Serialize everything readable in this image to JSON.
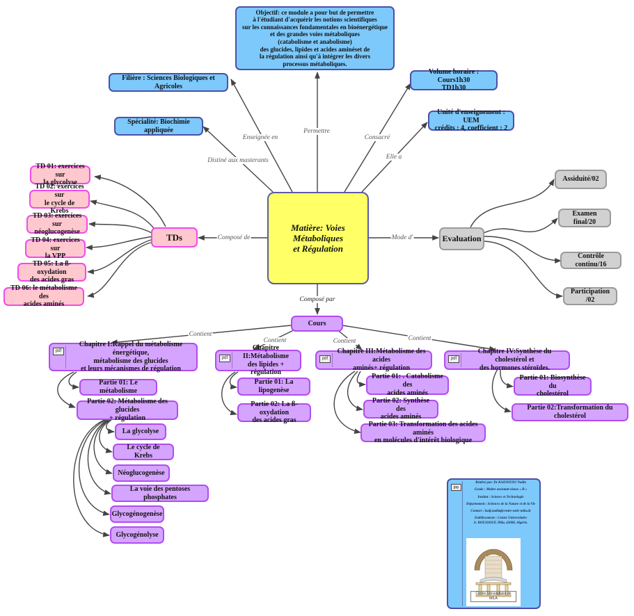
{
  "center": {
    "title": "Matière: Voies Métaboliques\net Régulation"
  },
  "top_nodes": {
    "objectif": "Objectif: ce module a pour but de permettre\nà l'étudiant d'acquérir les notions scientifiques\nsur les connaissances fondamentales en bioénergétique\net des grandes voies métaboliques\n(catabolisme et anabolisme)\ndes glucides, lipides et acides aminéset de\nla régulation ainsi qu'à intégrer les divers\nprocessus métaboliques.",
    "filiere": "Filière : Sciences Biologiques et Agricoles",
    "specialite": "Spécialité: Biochimie appliquée",
    "volume": "Volume horaire  : Cours1h30\nTD1h30",
    "unite": "Unité d'enseignement :  UEM\ncrédits : 4, coefficient : 2"
  },
  "link_labels": {
    "permettre": "Permettre",
    "enseignee": "Enseignée en",
    "distine": "Distiné aux masterants",
    "consacre": "Consacré",
    "elle_a": "Elle a",
    "compose_de": "Composé de",
    "mode_d": "Mode d'",
    "compose_par": "Composé par",
    "contient": "Contient"
  },
  "tds": {
    "label": "TDs",
    "items": [
      "TD 01: exercices sur\nla glycolyse",
      "TD 02: exercices sur\nle cycle de Krebs",
      "TD 03: exercices sur\nnéoglucogenèse",
      "TD 04: exercices sur\nla VPP",
      "TD 05: La ß-oxydation\ndes acides gras",
      "TD 06: le métabolisme  des\nacides aminés"
    ]
  },
  "evaluation": {
    "label": "Evaluation",
    "items": [
      "Assiduité/02",
      "Examen final/20",
      "Contrôle continu/16",
      "Participation /02"
    ]
  },
  "cours": {
    "label": "Cours",
    "attachment_label": "pdf",
    "chapters": [
      {
        "title": "Chapitre I:Rappel du métabolisme énergétique,\nmétabolisme des glucides\net leurs mécanismes de régulation",
        "parts": [
          "Partie 01: Le métabolisme",
          "Partie 02: Métabolisme des glucides\n+  régulation"
        ],
        "subparts": [
          "La glycolyse",
          "Le cycle de Krebs",
          "Néoglucogenèse",
          "La voie des pentoses phosphates",
          "Glycogénogenèse",
          "Glycogénolyse"
        ]
      },
      {
        "title": "Chapitre II:Métabolisme\ndes lipides +  régulation",
        "parts": [
          "Partie 01: La lipogenèse",
          "Partie 02: La ß-oxydation\ndes acides gras"
        ]
      },
      {
        "title": "Chapitre III:Métabolisme des acides\naminés+  régulation",
        "parts": [
          "Partie 01: . Catabolisme des\nacides aminés",
          "Partie 02: Synthèse des\nacides aminés",
          "Partie 03: Transformation des acides aminés\nen molécules d'intérêt biologique"
        ]
      },
      {
        "title": "Chapitre IV:Synthèse du cholestérol et\ndes hormones stéroïdes.",
        "parts": [
          "Partie 01: Biosynthèse du\ncholestérol",
          "Partie 02:Transformation du cholestérol"
        ]
      }
    ]
  },
  "credits": {
    "attachment_label": "jpg",
    "lines": [
      "Réalisé par: Dr KADJOUDJ Nadia",
      "Grade : Maître assistant classe « B »",
      "Institut : Science et Technologie",
      "Département : Sciences de la Nature et de la Vie",
      "Contact : kadj.nadia@centre-univ-mila.dz",
      "Etablissement : Centre Universitaire\nA. BOUSSOUF, Mila, 43000, Algérie."
    ],
    "logo_caption": "Centre Universitaire de MILA"
  },
  "colors": {
    "center": "#ffff66",
    "info": "#7dc9fb",
    "td": "#ffc8cf",
    "evaluation": "#d1d1d1",
    "cours": "#d5a4ff",
    "line": "#444444"
  }
}
